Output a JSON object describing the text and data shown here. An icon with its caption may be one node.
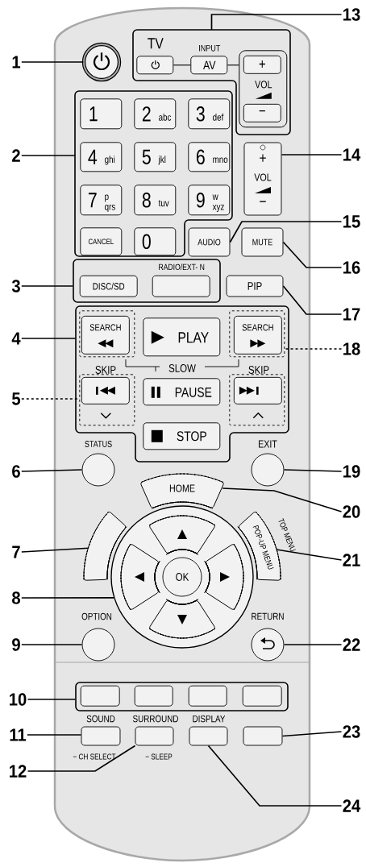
{
  "diagram": {
    "nodes": [
      {
        "text": [
          "1"
        ]
      },
      {
        "text": [
          "2"
        ]
      },
      {
        "text": [
          "3"
        ]
      },
      {
        "text": [
          "4"
        ]
      },
      {
        "text": [
          "5"
        ]
      },
      {
        "text": [
          "6"
        ]
      },
      {
        "text": [
          "7"
        ]
      },
      {
        "text": [
          "8"
        ]
      },
      {
        "text": [
          "9"
        ]
      },
      {
        "text": [
          "10"
        ]
      },
      {
        "text": [
          "11"
        ]
      },
      {
        "text": [
          "12"
        ]
      },
      {
        "text": [
          "13"
        ]
      },
      {
        "text": [
          "14"
        ]
      },
      {
        "text": [
          "15"
        ]
      },
      {
        "text": [
          "16"
        ]
      },
      {
        "text": [
          "17"
        ]
      },
      {
        "text": [
          "18"
        ]
      },
      {
        "text": [
          "19"
        ]
      },
      {
        "text": [
          "20"
        ]
      },
      {
        "text": [
          "21"
        ]
      },
      {
        "text": [
          "22"
        ]
      },
      {
        "text": [
          "23"
        ]
      },
      {
        "text": [
          "24"
        ]
      },
      {
        "text": [],
        "shape": "circle"
      },
      {
        "text": [],
        "shape": "box"
      },
      {
        "text": [
          "1"
        ],
        "in": 25
      },
      {
        "text": [
          "2",
          "abc"
        ],
        "in": 25
      },
      {
        "text": [
          "3",
          "def"
        ],
        "in": 25
      },
      {
        "text": [
          "4",
          "ghi"
        ],
        "in": 25
      },
      {
        "text": [
          "5",
          "jkl"
        ],
        "in": 25
      },
      {
        "text": [
          "6",
          "mno"
        ],
        "in": 25
      },
      {
        "text": [
          "7",
          "p qrs"
        ],
        "in": 25
      },
      {
        "text": [
          "8",
          "tuv"
        ],
        "in": 25
      },
      {
        "text": [
          "9",
          "w xyz"
        ],
        "in": 25
      },
      {
        "text": [
          "CANCEL"
        ],
        "in": 25
      },
      {
        "text": [
          "0"
        ],
        "in": 25
      },
      {
        "text": [],
        "shape": "box"
      },
      {
        "text": [
          "DISC/SD"
        ],
        "in": 37
      },
      {
        "text": [
          "RADIO/EXT- N"
        ],
        "in": 37
      },
      {
        "text": [],
        "shape": "box"
      },
      {
        "text": [
          "TV"
        ],
        "in": 40
      },
      {
        "text": [
          "INPUT",
          "AV"
        ],
        "in": 40
      },
      {
        "text": [
          "VOL"
        ],
        "in": 40
      },
      {
        "text": [
          "+"
        ],
        "in": 43
      },
      {
        "text": [
          "−"
        ],
        "in": 43
      },
      {
        "text": [
          "+",
          "VOL",
          "−"
        ]
      },
      {
        "text": [
          "AUDIO"
        ]
      },
      {
        "text": [
          "MUTE"
        ]
      },
      {
        "text": [
          "PIP"
        ]
      },
      {
        "text": [],
        "shape": "box"
      },
      {
        "text": [],
        "shape": "box",
        "in": 50
      },
      {
        "text": [
          "SEARCH"
        ],
        "in": 51
      },
      {
        "text": [
          "PLAY"
        ],
        "in": 50
      },
      {
        "text": [],
        "shape": "box",
        "in": 50
      },
      {
        "text": [
          "SEARCH"
        ],
        "in": 54
      },
      {
        "text": [],
        "shape": "box",
        "in": 50
      },
      {
        "text": [],
        "shape": "box",
        "in": 56
      },
      {
        "text": [
          "PAUSE"
        ],
        "in": 50
      },
      {
        "text": [],
        "shape": "box",
        "in": 50
      },
      {
        "text": [],
        "shape": "box",
        "in": 59
      },
      {
        "text": [
          "STOP"
        ],
        "in": 50
      },
      {
        "text": [
          "STATUS"
        ]
      },
      {
        "text": [
          "EXIT"
        ]
      },
      {
        "text": [
          "HOME"
        ]
      },
      {
        "text": [],
        "shape": "box"
      },
      {
        "text": [
          "TOP MENU",
          "POP-UP MENU"
        ]
      },
      {
        "text": [],
        "shape": "circle"
      },
      {
        "text": [
          "OK"
        ],
        "in": 67
      },
      {
        "text": [
          "OPTION"
        ]
      },
      {
        "text": [
          "RETURN"
        ]
      },
      {
        "text": [],
        "shape": "box"
      },
      {
        "text": [],
        "shape": "box",
        "in": 71
      },
      {
        "text": [],
        "shape": "box",
        "in": 71
      },
      {
        "text": [],
        "shape": "box",
        "in": 71
      },
      {
        "text": [],
        "shape": "box",
        "in": 71
      },
      {
        "text": [
          "SOUND",
          "− CH SELECT"
        ]
      },
      {
        "text": [
          "SURROUND",
          "− SLEEP"
        ]
      },
      {
        "text": [
          "DISPLAY"
        ]
      },
      {
        "text": [],
        "shape": "box"
      },
      {
        "text": [],
        "shape": "box",
        "in": 67
      },
      {
        "text": [],
        "shape": "box",
        "in": 67
      },
      {
        "text": [],
        "shape": "box",
        "in": 67
      },
      {
        "text": [],
        "shape": "box",
        "in": 67
      }
    ],
    "edges": [
      {
        "from": 0,
        "to": 24,
        "arrow": "none"
      },
      {
        "from": 1,
        "to": 25,
        "arrow": "none"
      },
      {
        "from": 2,
        "to": 37,
        "arrow": "none"
      },
      {
        "from": 3,
        "to": 50,
        "arrow": "none"
      },
      {
        "from": 4,
        "to": 56,
        "arrow": "none",
        "style": "dashed"
      },
      {
        "from": 5,
        "to": 62,
        "arrow": "none"
      },
      {
        "from": 6,
        "to": 65,
        "arrow": "none"
      },
      {
        "from": 7,
        "to": 67,
        "arrow": "none"
      },
      {
        "from": 8,
        "to": 69,
        "arrow": "none"
      },
      {
        "from": 9,
        "to": 71,
        "arrow": "none"
      },
      {
        "from": 10,
        "to": 76,
        "arrow": "none"
      },
      {
        "from": 11,
        "to": 77,
        "arrow": "none"
      },
      {
        "from": 12,
        "to": 40,
        "arrow": "none"
      },
      {
        "from": 13,
        "to": 46,
        "arrow": "none"
      },
      {
        "from": 14,
        "to": 47,
        "arrow": "none"
      },
      {
        "from": 15,
        "to": 48,
        "arrow": "none"
      },
      {
        "from": 16,
        "to": 49,
        "arrow": "none"
      },
      {
        "from": 17,
        "to": 54,
        "arrow": "none",
        "style": "dashed"
      },
      {
        "from": 18,
        "to": 63,
        "arrow": "none"
      },
      {
        "from": 19,
        "to": 64,
        "arrow": "none"
      },
      {
        "from": 20,
        "to": 66,
        "arrow": "none"
      },
      {
        "from": 21,
        "to": 70,
        "arrow": "none"
      },
      {
        "from": 22,
        "to": 79,
        "arrow": "none"
      },
      {
        "from": 23,
        "to": 78,
        "arrow": "none"
      },
      {
        "from": 41,
        "to": 42,
        "arrow": "none"
      },
      {
        "from": 42,
        "to": 43,
        "arrow": "none"
      }
    ],
    "labels": [
      "SKIP",
      "SLOW",
      "SKIP"
    ]
  }
}
